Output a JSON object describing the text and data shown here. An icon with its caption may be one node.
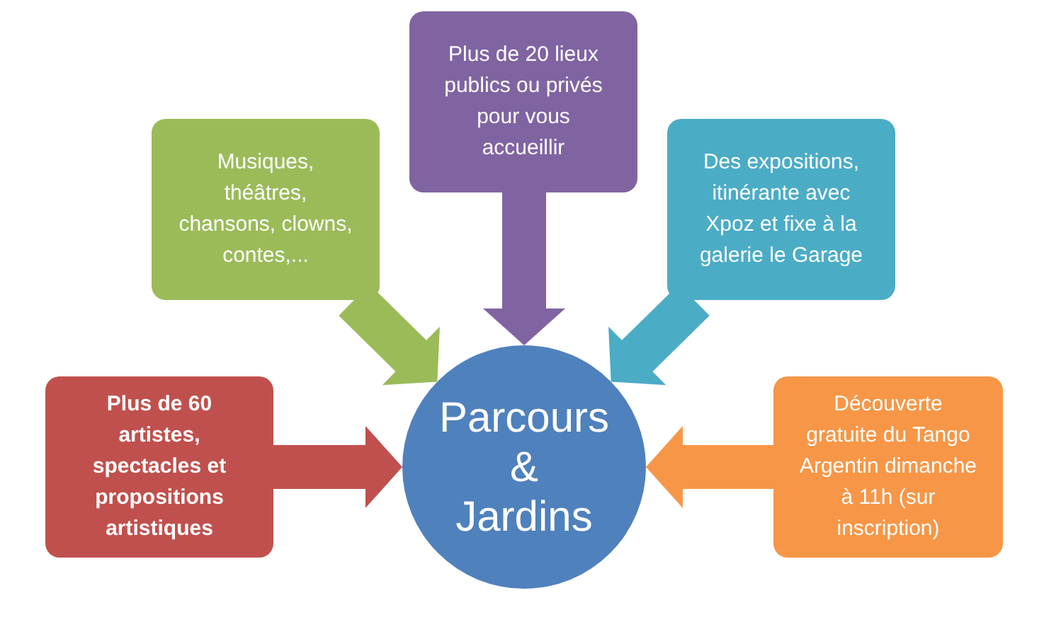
{
  "diagram": {
    "nodes": [
      {
        "text": [
          "Plus de 20 lieux publics ou privés pour vous accueillir"
        ]
      },
      {
        "text": [
          "Musiques, théâtres, chansons, clowns, contes,..."
        ]
      },
      {
        "text": [
          "Des expositions, itinérante avec Xpoz et fixe à la galerie le Garage"
        ]
      },
      {
        "text": [
          "Plus de 60 artistes, spectacles et propositions artistiques"
        ]
      },
      {
        "text": [
          "Parcours & Jardins"
        ]
      },
      {
        "text": [
          "Découverte gratuite du Tango Argentin dimanche à 11h (sur inscription)"
        ]
      }
    ],
    "edges": [
      {
        "from": 0,
        "to": 4,
        "arrow": "to",
        "color": "#8064a2"
      },
      {
        "from": 1,
        "to": 4,
        "arrow": "to",
        "color": "#9bbb59"
      },
      {
        "from": 2,
        "to": 4,
        "arrow": "to",
        "color": "#4bacc6"
      },
      {
        "from": 3,
        "to": 4,
        "arrow": "to",
        "color": "#c0504d"
      },
      {
        "from": 5,
        "to": 4,
        "arrow": "to",
        "color": "#f79646"
      }
    ]
  }
}
